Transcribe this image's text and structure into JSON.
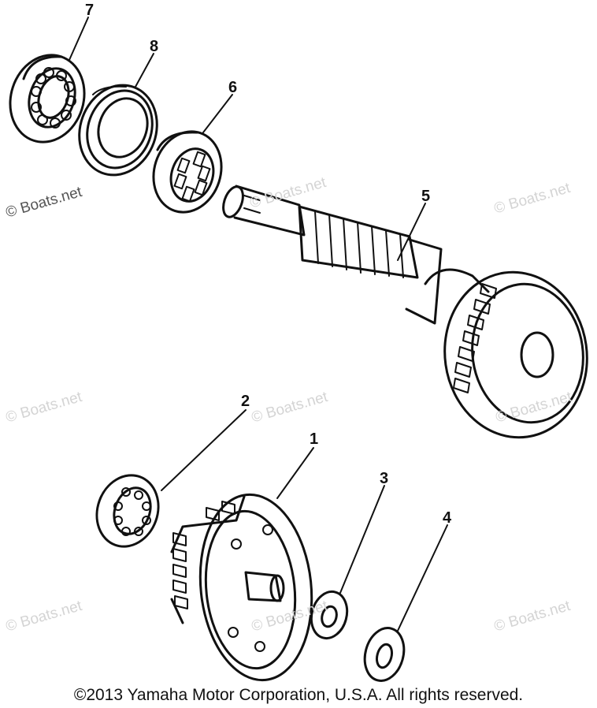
{
  "watermark": "© Boats.net",
  "callouts": {
    "part_1": "1",
    "part_2": "2",
    "part_3": "3",
    "part_4": "4",
    "part_5": "5",
    "part_6": "6",
    "part_7": "7",
    "part_8": "8"
  },
  "copyright": "©2013 Yamaha Motor Corporation, U.S.A. All rights reserved.",
  "colors": {
    "line": "#111111",
    "watermark": "#d4d4d4",
    "background": "#ffffff"
  }
}
